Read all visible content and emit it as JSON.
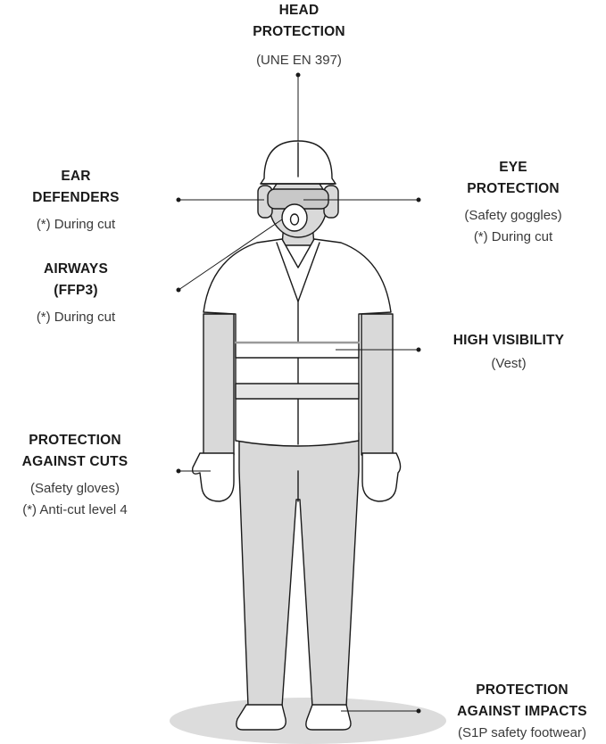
{
  "labels": {
    "head": {
      "title_line1": "HEAD",
      "title_line2": "PROTECTION",
      "note": "(UNE EN 397)"
    },
    "ear": {
      "title_line1": "EAR",
      "title_line2": "DEFENDERS",
      "note": "(*) During cut"
    },
    "airways": {
      "title_line1": "AIRWAYS",
      "title_line2": "(FFP3)",
      "note": "(*) During cut"
    },
    "eye": {
      "title_line1": "EYE",
      "title_line2": "PROTECTION",
      "note_line1": "(Safety goggles)",
      "note_line2": "(*) During cut"
    },
    "hiviz": {
      "title": "HIGH VISIBILITY",
      "note": "(Vest)"
    },
    "cuts": {
      "title_line1": "PROTECTION",
      "title_line2": "AGAINST CUTS",
      "note_line1": "(Safety gloves)",
      "note_line2": "(*) Anti-cut level 4"
    },
    "impacts": {
      "title_line1": "PROTECTION",
      "title_line2": "AGAINST IMPACTS",
      "note": "(S1P safety footwear)"
    }
  },
  "colors": {
    "outline": "#1a1a1a",
    "fill": "#d9d9d9",
    "vest": "#ffffff",
    "shadow": "#dcdcdc",
    "stripe": "#e6e6e6"
  }
}
